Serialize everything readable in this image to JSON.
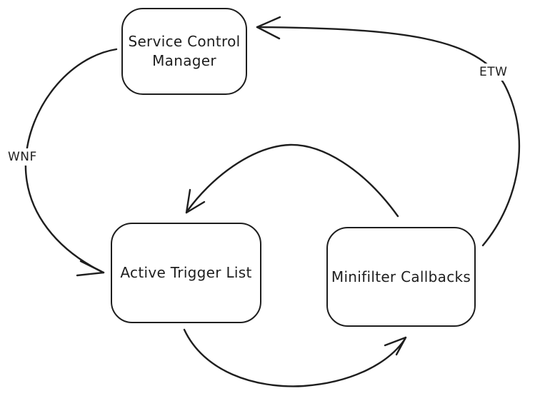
{
  "canvas": {
    "background": "#ffffff",
    "stroke_color": "#1e1e1e"
  },
  "nodes": {
    "scm": {
      "label": "Service Control Manager"
    },
    "atl": {
      "label": "Active Trigger List"
    },
    "mfc": {
      "label": "Minifilter Callbacks"
    }
  },
  "edges": {
    "wnf": {
      "label": "WNF",
      "from": "Service Control Manager",
      "to": "Active Trigger List"
    },
    "etw": {
      "label": "ETW",
      "from": "Minifilter Callbacks",
      "to": "Service Control Manager"
    },
    "mfc_to_atl": {
      "label": "",
      "from": "Minifilter Callbacks",
      "to": "Active Trigger List"
    },
    "atl_to_mfc": {
      "label": "",
      "from": "Active Trigger List",
      "to": "Minifilter Callbacks"
    }
  }
}
